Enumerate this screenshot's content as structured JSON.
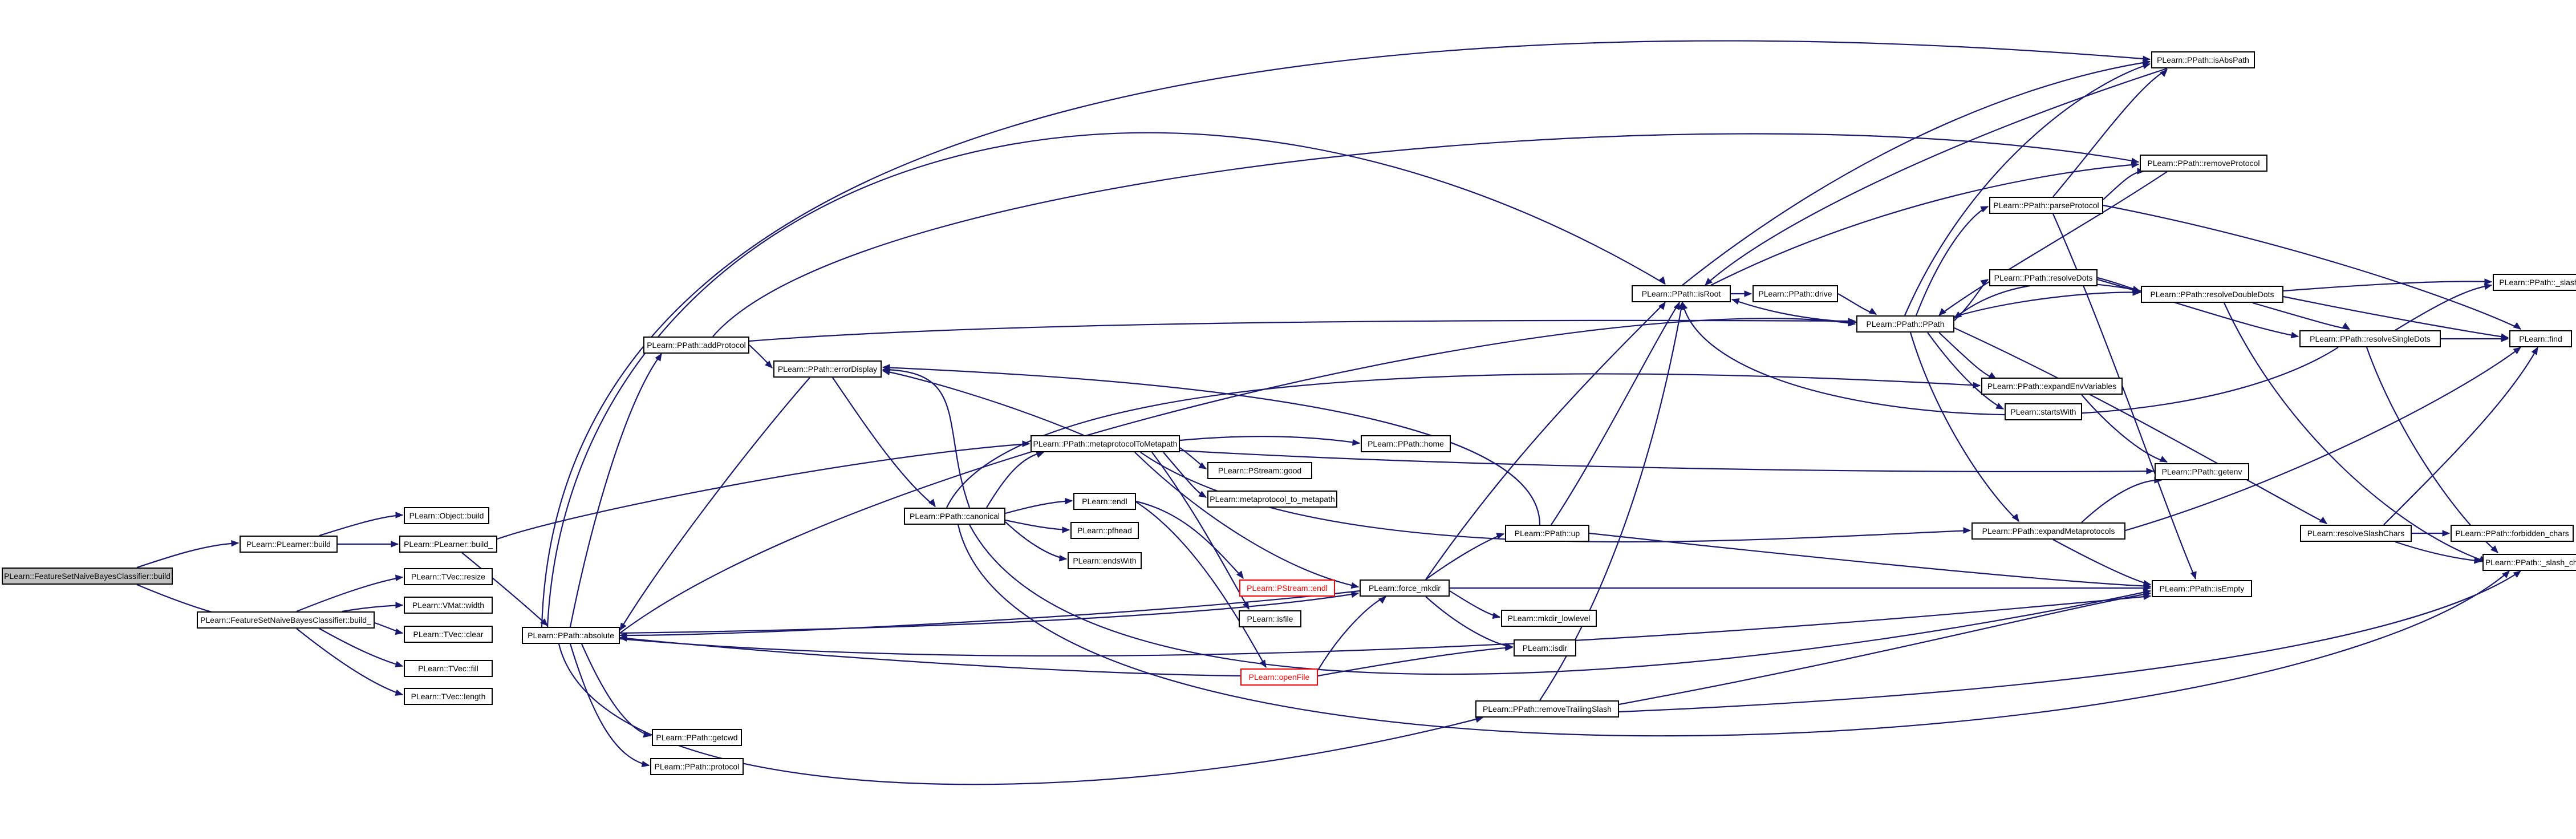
{
  "colors": {
    "edge": "#191970",
    "node_border": "#000000",
    "truncated": "#ff0000",
    "root_fill": "#bfbfbf"
  },
  "nodes": {
    "n1": "PLearn::FeatureSetNaiveBayesClassifier::build",
    "n2": "PLearn::PLearner::build",
    "n3": "PLearn::FeatureSetNaiveBayesClassifier::build_",
    "n4": "PLearn::Object::build",
    "n5": "PLearn::PLearner::build_",
    "n6": "PLearn::TVec::resize",
    "n7": "PLearn::VMat::width",
    "n8": "PLearn::TVec::clear",
    "n9": "PLearn::TVec::fill",
    "n10": "PLearn::TVec::length",
    "n11": "PLearn::PPath::absolute",
    "n12": "PLearn::PPath::addProtocol",
    "n13": "PLearn::PPath::errorDisplay",
    "n14": "PLearn::PPath::getcwd",
    "n15": "PLearn::PPath::protocol",
    "n16": "PLearn::PPath::canonical",
    "n17": "PLearn::PPath::metaprotocolToMetapath",
    "n18": "PLearn::endl",
    "n19": "PLearn::pfhead",
    "n20": "PLearn::endsWith",
    "n21": "PLearn::PPath::home",
    "n22": "PLearn::PStream::good",
    "n23": "PLearn::metaprotocol_to_metapath",
    "n24": "PLearn::PStream::endl",
    "n25": "PLearn::isfile",
    "n26": "PLearn::openFile",
    "n27": "PLearn::force_mkdir",
    "n28": "PLearn::PPath::up",
    "n29": "PLearn::mkdir_lowlevel",
    "n30": "PLearn::isdir",
    "n31": "PLearn::PPath::removeTrailingSlash",
    "n32": "PLearn::PPath::isRoot",
    "n33": "PLearn::PPath::drive",
    "n34": "PLearn::PPath::PPath",
    "n35": "PLearn::PPath::parseProtocol",
    "n36": "PLearn::PPath::resolveDots",
    "n37": "PLearn::PPath::expandEnvVariables",
    "n38": "PLearn::startsWith",
    "n39": "PLearn::PPath::expandMetaprotocols",
    "n40": "PLearn::PPath::isAbsPath",
    "n41": "PLearn::PPath::removeProtocol",
    "n42": "PLearn::PPath::resolveDoubleDots",
    "n43": "PLearn::PPath::resolveSingleDots",
    "n44": "PLearn::PPath::getenv",
    "n45": "PLearn::PPath::isEmpty",
    "n46": "PLearn::PPath::_slash",
    "n47": "PLearn::find",
    "n48": "PLearn::resolveSlashChars",
    "n49": "PLearn::PPath::forbidden_chars",
    "n50": "PLearn::PPath::_slash_char"
  }
}
